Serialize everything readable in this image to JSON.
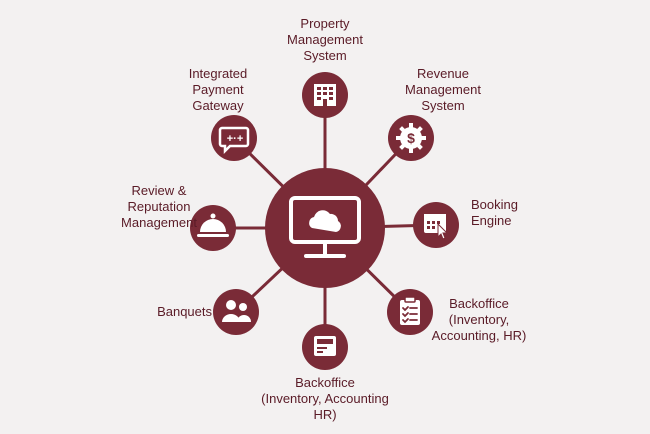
{
  "diagram": {
    "colors": {
      "node": "#7a2b37",
      "line": "#7a2b37",
      "icon": "#ffffff",
      "text": "#5a1b27",
      "background": "#f3f1f1"
    },
    "hub": {
      "icon": "cloud-monitor-icon"
    },
    "nodes": [
      {
        "id": "pms",
        "label": "Property\nManagement\nSystem",
        "icon": "building-icon"
      },
      {
        "id": "rms",
        "label": "Revenue\nManagement\nSystem",
        "icon": "dollar-gear-icon"
      },
      {
        "id": "booking",
        "label": "Booking\nEngine",
        "icon": "calendar-cursor-icon"
      },
      {
        "id": "backoffice-1",
        "label": "Backoffice\n(Inventory,\nAccounting, HR)",
        "icon": "clipboard-checklist-icon"
      },
      {
        "id": "backoffice-2",
        "label": "Backoffice\n(Inventory, Accounting\nHR)",
        "icon": "register-icon"
      },
      {
        "id": "banquets",
        "label": "Banquets",
        "icon": "people-icon"
      },
      {
        "id": "reviews",
        "label": "Review &\nReputation\nManagement",
        "icon": "cloche-icon"
      },
      {
        "id": "payment",
        "label": "Integrated\nPayment\nGateway",
        "icon": "card-chat-icon"
      }
    ]
  }
}
